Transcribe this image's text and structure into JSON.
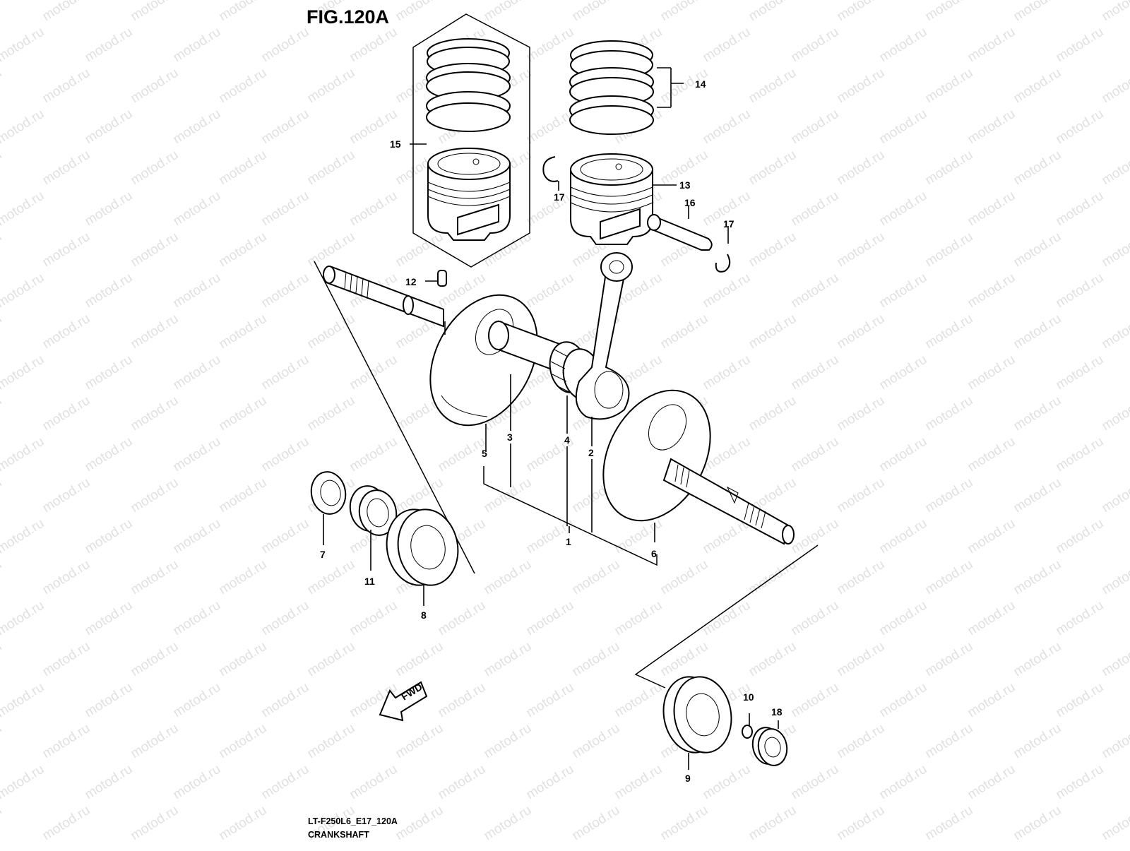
{
  "figure": {
    "title": "FIG.120A",
    "model_code": "LT-F250L6_E17_120A",
    "caption": "CRANKSHAFT"
  },
  "watermark": {
    "text": "motod.ru"
  },
  "fwd_arrow": {
    "label": "FWD"
  },
  "callouts": [
    {
      "id": "1",
      "label": "1"
    },
    {
      "id": "2",
      "label": "2"
    },
    {
      "id": "3",
      "label": "3"
    },
    {
      "id": "4",
      "label": "4"
    },
    {
      "id": "5",
      "label": "5"
    },
    {
      "id": "6",
      "label": "6"
    },
    {
      "id": "7",
      "label": "7"
    },
    {
      "id": "8",
      "label": "8"
    },
    {
      "id": "9",
      "label": "9"
    },
    {
      "id": "10",
      "label": "10"
    },
    {
      "id": "11",
      "label": "11"
    },
    {
      "id": "12",
      "label": "12"
    },
    {
      "id": "13",
      "label": "13"
    },
    {
      "id": "14",
      "label": "14"
    },
    {
      "id": "15",
      "label": "15"
    },
    {
      "id": "16",
      "label": "16"
    },
    {
      "id": "17a",
      "label": "17"
    },
    {
      "id": "17b",
      "label": "17"
    },
    {
      "id": "18",
      "label": "18"
    }
  ]
}
